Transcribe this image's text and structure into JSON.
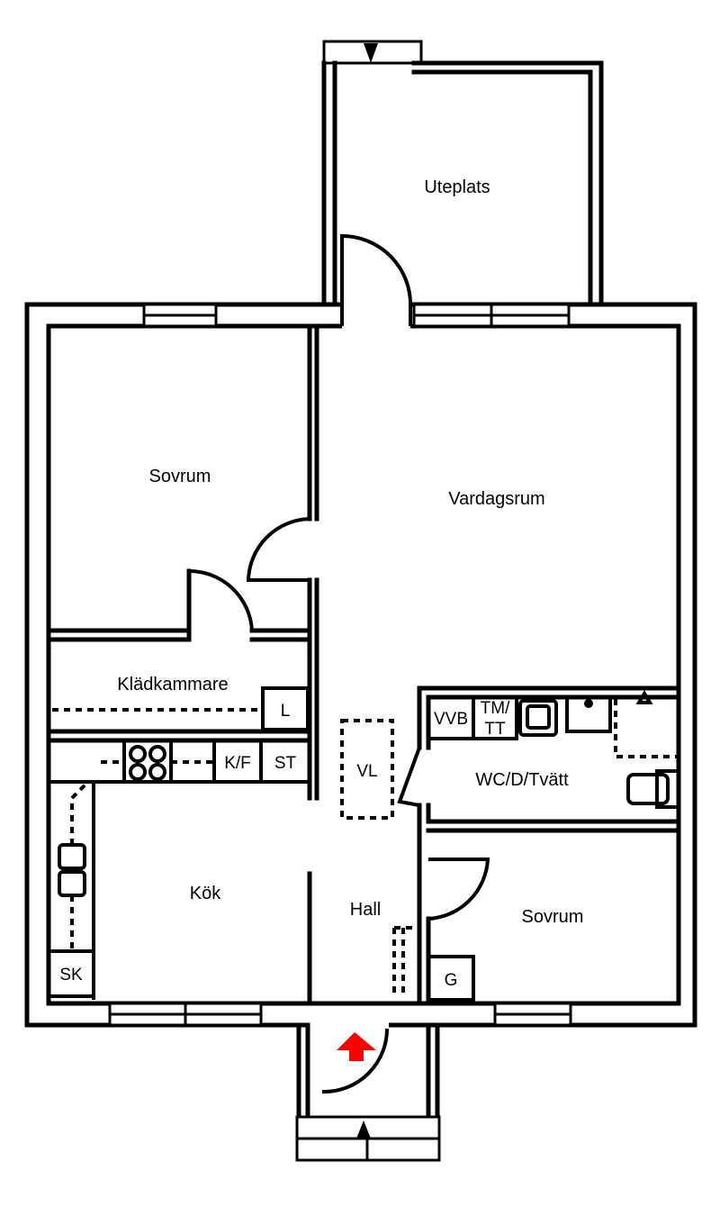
{
  "rooms": {
    "uteplats": "Uteplats",
    "sovrum_top": "Sovrum",
    "vardagsrum": "Vardagsrum",
    "kladkammare": "Klädkammare",
    "wc": "WC/D/Tvätt",
    "kok": "Kök",
    "hall": "Hall",
    "sovrum_bottom": "Sovrum"
  },
  "fixtures": {
    "l": "L",
    "kf": "K/F",
    "st": "ST",
    "vl": "VL",
    "vvb": "VVB",
    "tm_line1": "TM/",
    "tm_line2": "TT",
    "sk": "SK",
    "g": "G"
  },
  "colors": {
    "walls": "#000000",
    "entrance_arrow": "#ff0000",
    "background": "#ffffff"
  }
}
